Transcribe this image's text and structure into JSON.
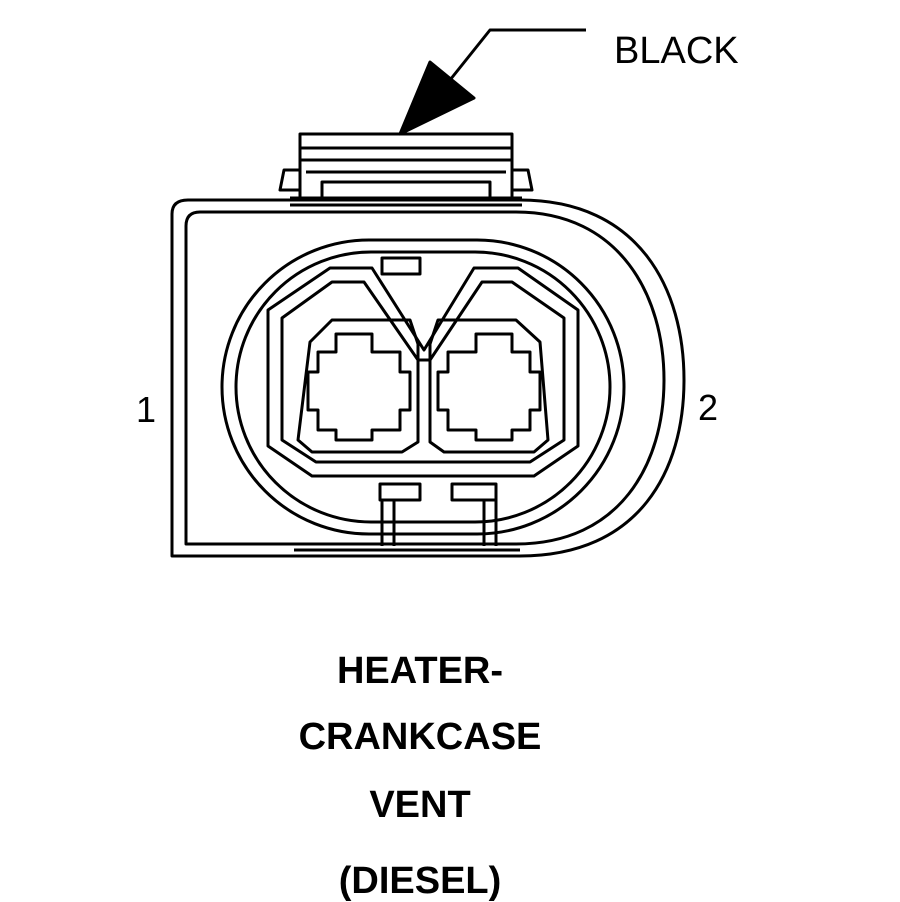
{
  "wire_color_label": "BLACK",
  "pins": [
    {
      "label": "1"
    },
    {
      "label": "2"
    }
  ],
  "caption": {
    "line1": "HEATER-",
    "line2": "CRANKCASE",
    "line3": "VENT",
    "line4": "(DIESEL)"
  },
  "colors": {
    "line": "#000000",
    "background": "#ffffff"
  }
}
